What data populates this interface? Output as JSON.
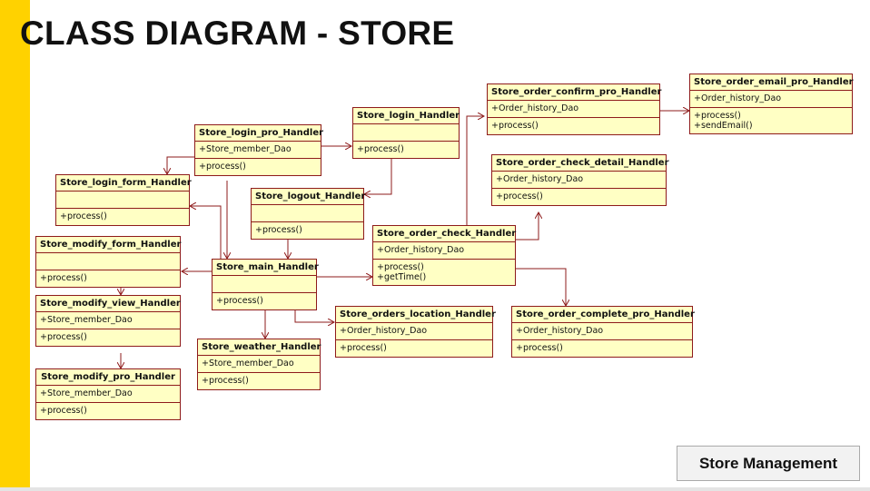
{
  "slide": {
    "title": "CLASS DIAGRAM - STORE",
    "button_label": "Store Management"
  },
  "colors": {
    "accent": "#ffd200",
    "box_fill": "#ffffc4",
    "box_border": "#8e1b1b",
    "connector": "#8e1b1b"
  },
  "classes": {
    "store_login_form_handler": {
      "name": "Store_login_form_Handler",
      "attributes": [],
      "methods": [
        "+process()"
      ]
    },
    "store_login_pro_handler": {
      "name": "Store_login_pro_Handler",
      "attributes": [
        "+Store_member_Dao"
      ],
      "methods": [
        "+process()"
      ]
    },
    "store_login_handler": {
      "name": "Store_login_Handler",
      "attributes": [],
      "methods": [
        "+process()"
      ]
    },
    "store_logout_handler": {
      "name": "Store_logout_Handler",
      "attributes": [],
      "methods": [
        "+process()"
      ]
    },
    "store_modify_form_handler": {
      "name": "Store_modify_form_Handler",
      "attributes": [],
      "methods": [
        "+process()"
      ]
    },
    "store_main_handler": {
      "name": "Store_main_Handler",
      "attributes": [],
      "methods": [
        "+process()"
      ]
    },
    "store_modify_view_handler": {
      "name": "Store_modify_view_Handler",
      "attributes": [
        "+Store_member_Dao"
      ],
      "methods": [
        "+process()"
      ]
    },
    "store_modify_pro_handler": {
      "name": "Store_modify_pro_Handler",
      "attributes": [
        "+Store_member_Dao"
      ],
      "methods": [
        "+process()"
      ]
    },
    "store_weather_handler": {
      "name": "Store_weather_Handler",
      "attributes": [
        "+Store_member_Dao"
      ],
      "methods": [
        "+process()"
      ]
    },
    "store_orders_location_handler": {
      "name": "Store_orders_location_Handler",
      "attributes": [
        "+Order_history_Dao"
      ],
      "methods": [
        "+process()"
      ]
    },
    "store_order_check_handler": {
      "name": "Store_order_check_Handler",
      "attributes": [
        "+Order_history_Dao"
      ],
      "methods": [
        "+process()",
        "+getTime()"
      ]
    },
    "store_order_complete_pro_handler": {
      "name": "Store_order_complete_pro_Handler",
      "attributes": [
        "+Order_history_Dao"
      ],
      "methods": [
        "+process()"
      ]
    },
    "store_order_check_detail_handler": {
      "name": "Store_order_check_detail_Handler",
      "attributes": [
        "+Order_history_Dao"
      ],
      "methods": [
        "+process()"
      ]
    },
    "store_order_confirm_pro_handler": {
      "name": "Store_order_confirm_pro_Handler",
      "attributes": [
        "+Order_history_Dao"
      ],
      "methods": [
        "+process()"
      ]
    },
    "store_order_email_pro_handler": {
      "name": "Store_order_email_pro_Handler",
      "attributes": [
        "+Order_history_Dao"
      ],
      "methods": [
        "+process()",
        "+sendEmail()"
      ]
    }
  }
}
